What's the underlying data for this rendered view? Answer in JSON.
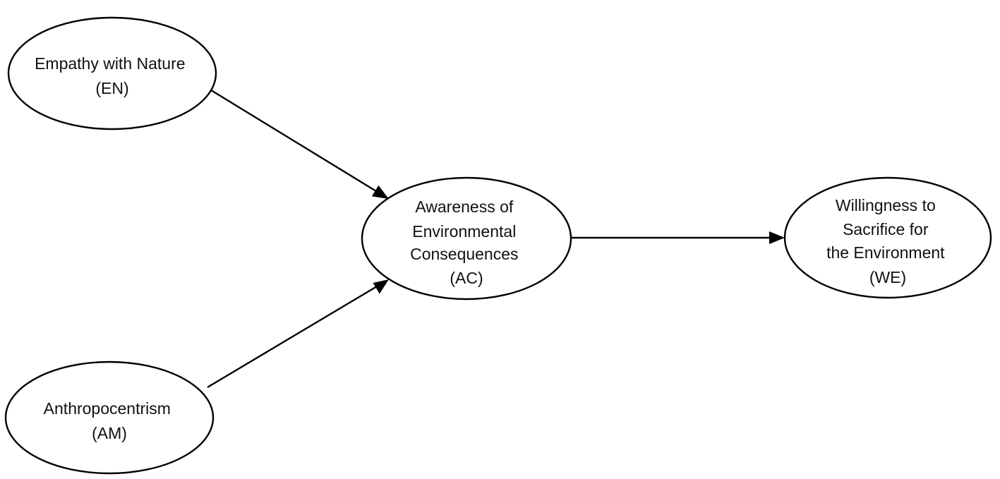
{
  "diagram": {
    "type": "path-model",
    "colors": {
      "stroke": "#000000",
      "node_fill": "#ffffff",
      "text": "#111111"
    },
    "nodes": {
      "en": {
        "lines": [
          "Empathy with Nature",
          "(EN)"
        ]
      },
      "am": {
        "lines": [
          "Anthropocentrism",
          "(AM)"
        ]
      },
      "ac": {
        "lines": [
          "Awareness of",
          "Environmental",
          "Consequences",
          "(AC)"
        ]
      },
      "we": {
        "lines": [
          "Willingness to",
          "Sacrifice for",
          "the Environment",
          "(WE)"
        ]
      }
    },
    "edges": [
      {
        "from": "en",
        "to": "ac"
      },
      {
        "from": "am",
        "to": "ac"
      },
      {
        "from": "ac",
        "to": "we"
      }
    ]
  }
}
